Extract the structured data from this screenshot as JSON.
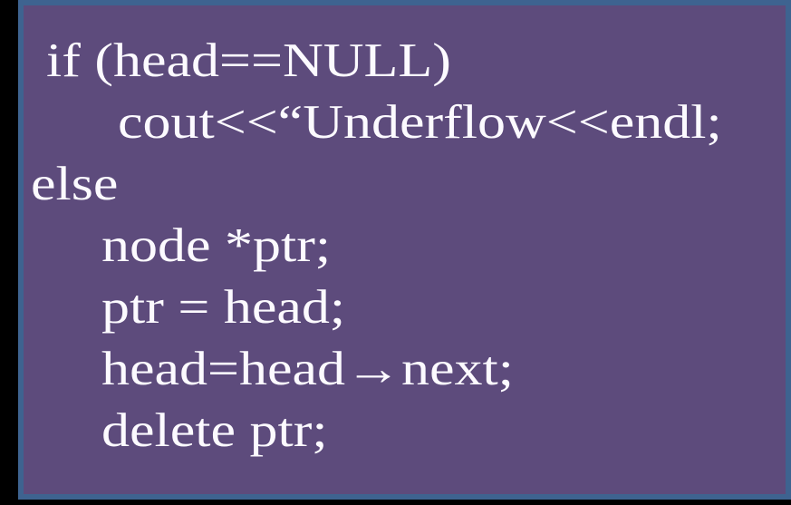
{
  "colors": {
    "outer_background": "#000000",
    "slide_background": "#5d4b7c",
    "slide_border": "#3e6390",
    "text": "#fcfaff"
  },
  "code": {
    "language": "cpp",
    "lines": [
      {
        "text": "if (head==NULL)",
        "indent": 1
      },
      {
        "text": "cout<<“Underflow<<endl;",
        "indent": 3
      },
      {
        "text": "else",
        "indent": 0
      },
      {
        "text": "node *ptr;",
        "indent": 2
      },
      {
        "text": "ptr = head;",
        "indent": 2
      },
      {
        "text": "head=head→next;",
        "indent": 2
      },
      {
        "text": "delete ptr;",
        "indent": 2
      }
    ]
  }
}
